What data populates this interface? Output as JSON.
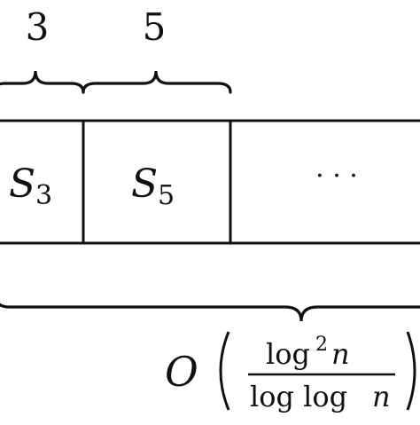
{
  "top_braces": [
    {
      "label": "3"
    },
    {
      "label": "5"
    }
  ],
  "cells": [
    {
      "base": "S",
      "sub": "3"
    },
    {
      "base": "S",
      "sub": "5"
    },
    {
      "text": "· · ·"
    }
  ],
  "bottom_brace": {
    "big_o": "O",
    "numerator_log": "log",
    "numerator_exp": "2",
    "numerator_var": "n",
    "denominator_log": "log log",
    "denominator_var": "n"
  },
  "colors": {
    "stroke": "#111111",
    "background": "#ffffff"
  }
}
